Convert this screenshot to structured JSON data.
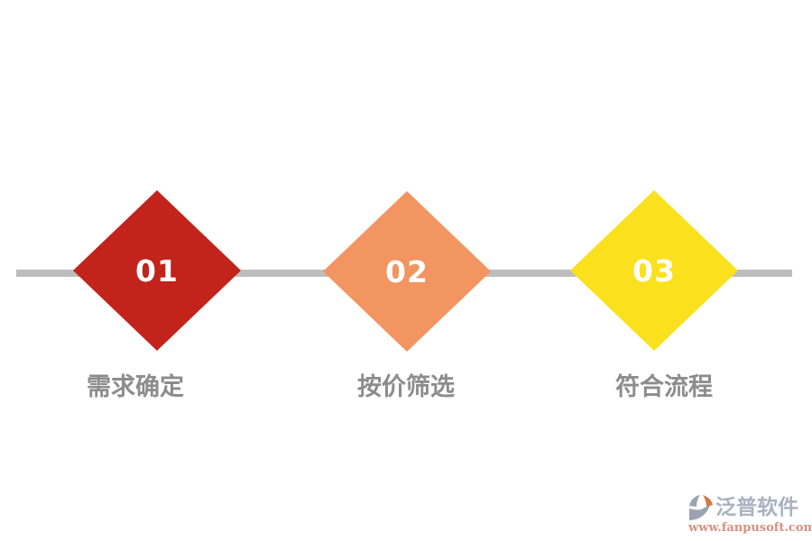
{
  "diagram": {
    "steps": [
      {
        "number": "01",
        "label": "需求确定",
        "color": "#c2231a"
      },
      {
        "number": "02",
        "label": "按价筛选",
        "color": "#f29560"
      },
      {
        "number": "03",
        "label": "符合流程",
        "color": "#fbe01e"
      }
    ],
    "line_color": "#bdbdbd",
    "number_color": "#ffffff",
    "label_color": "#8c8c8c"
  },
  "watermark": {
    "brand": "泛普软件",
    "url": "www.fanpusoft.com",
    "brand_color": "#a9b2c0",
    "url_color": "#d7907c",
    "icon": "fanpu-logo-icon",
    "icon_gray": "#9aa3af",
    "icon_orange": "#ce7b4b"
  }
}
